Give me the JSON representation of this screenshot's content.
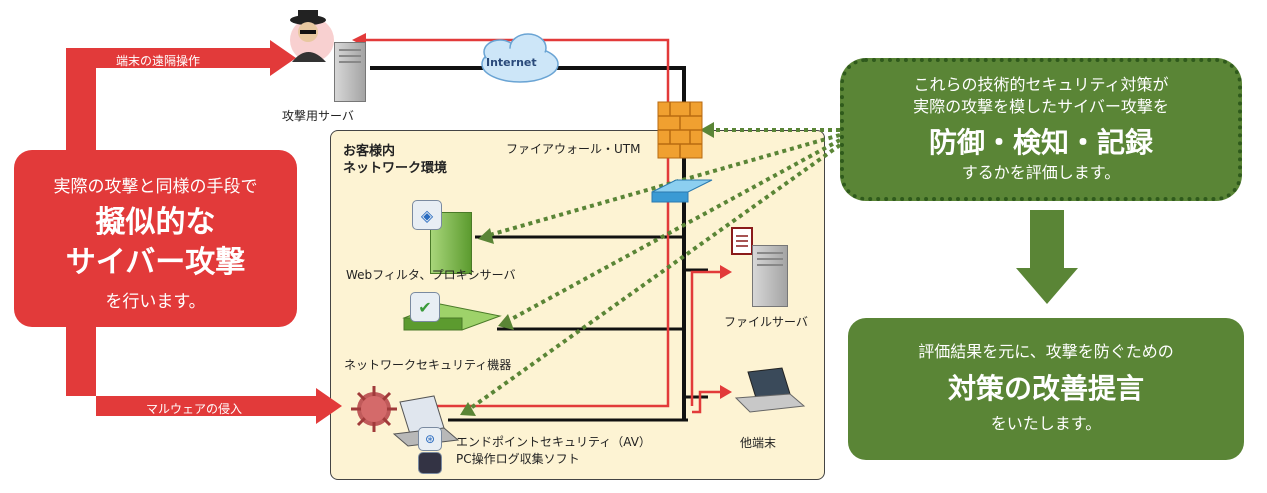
{
  "left_callout": {
    "line1": "実際の攻撃と同様の手段で",
    "line2": "擬似的な",
    "line3": "サイバー攻撃",
    "line4": "を行います。"
  },
  "arrows": {
    "remote_op": "端末の遠隔操作",
    "malware": "マルウェアの侵入"
  },
  "attacker_server": "攻撃用サーバ",
  "internet": "Internet",
  "network": {
    "title_line1": "お客様内",
    "title_line2": "ネットワーク環境",
    "firewall": "ファイアウォール・UTM",
    "web_filter": "Webフィルタ、プロキシサーバ",
    "security_device": "ネットワークセキュリティ機器",
    "file_server": "ファイルサーバ",
    "other_terminal": "他端末",
    "endpoint_line1": "エンドポイントセキュリティ（AV）",
    "endpoint_line2": "PC操作ログ収集ソフト"
  },
  "top_right_box": {
    "line1": "これらの技術的セキュリティ対策が",
    "line2": "実際の攻撃を模したサイバー攻撃を",
    "line3": "防御・検知・記録",
    "line4": "するかを評価します。"
  },
  "bottom_right_box": {
    "line1": "評価結果を元に、攻撃を防ぐための",
    "line2": "対策の改善提言",
    "line3": "をいたします。"
  },
  "colors": {
    "red": "#e23a3a",
    "green": "#5a8536",
    "network_bg": "#fdf3d3"
  }
}
